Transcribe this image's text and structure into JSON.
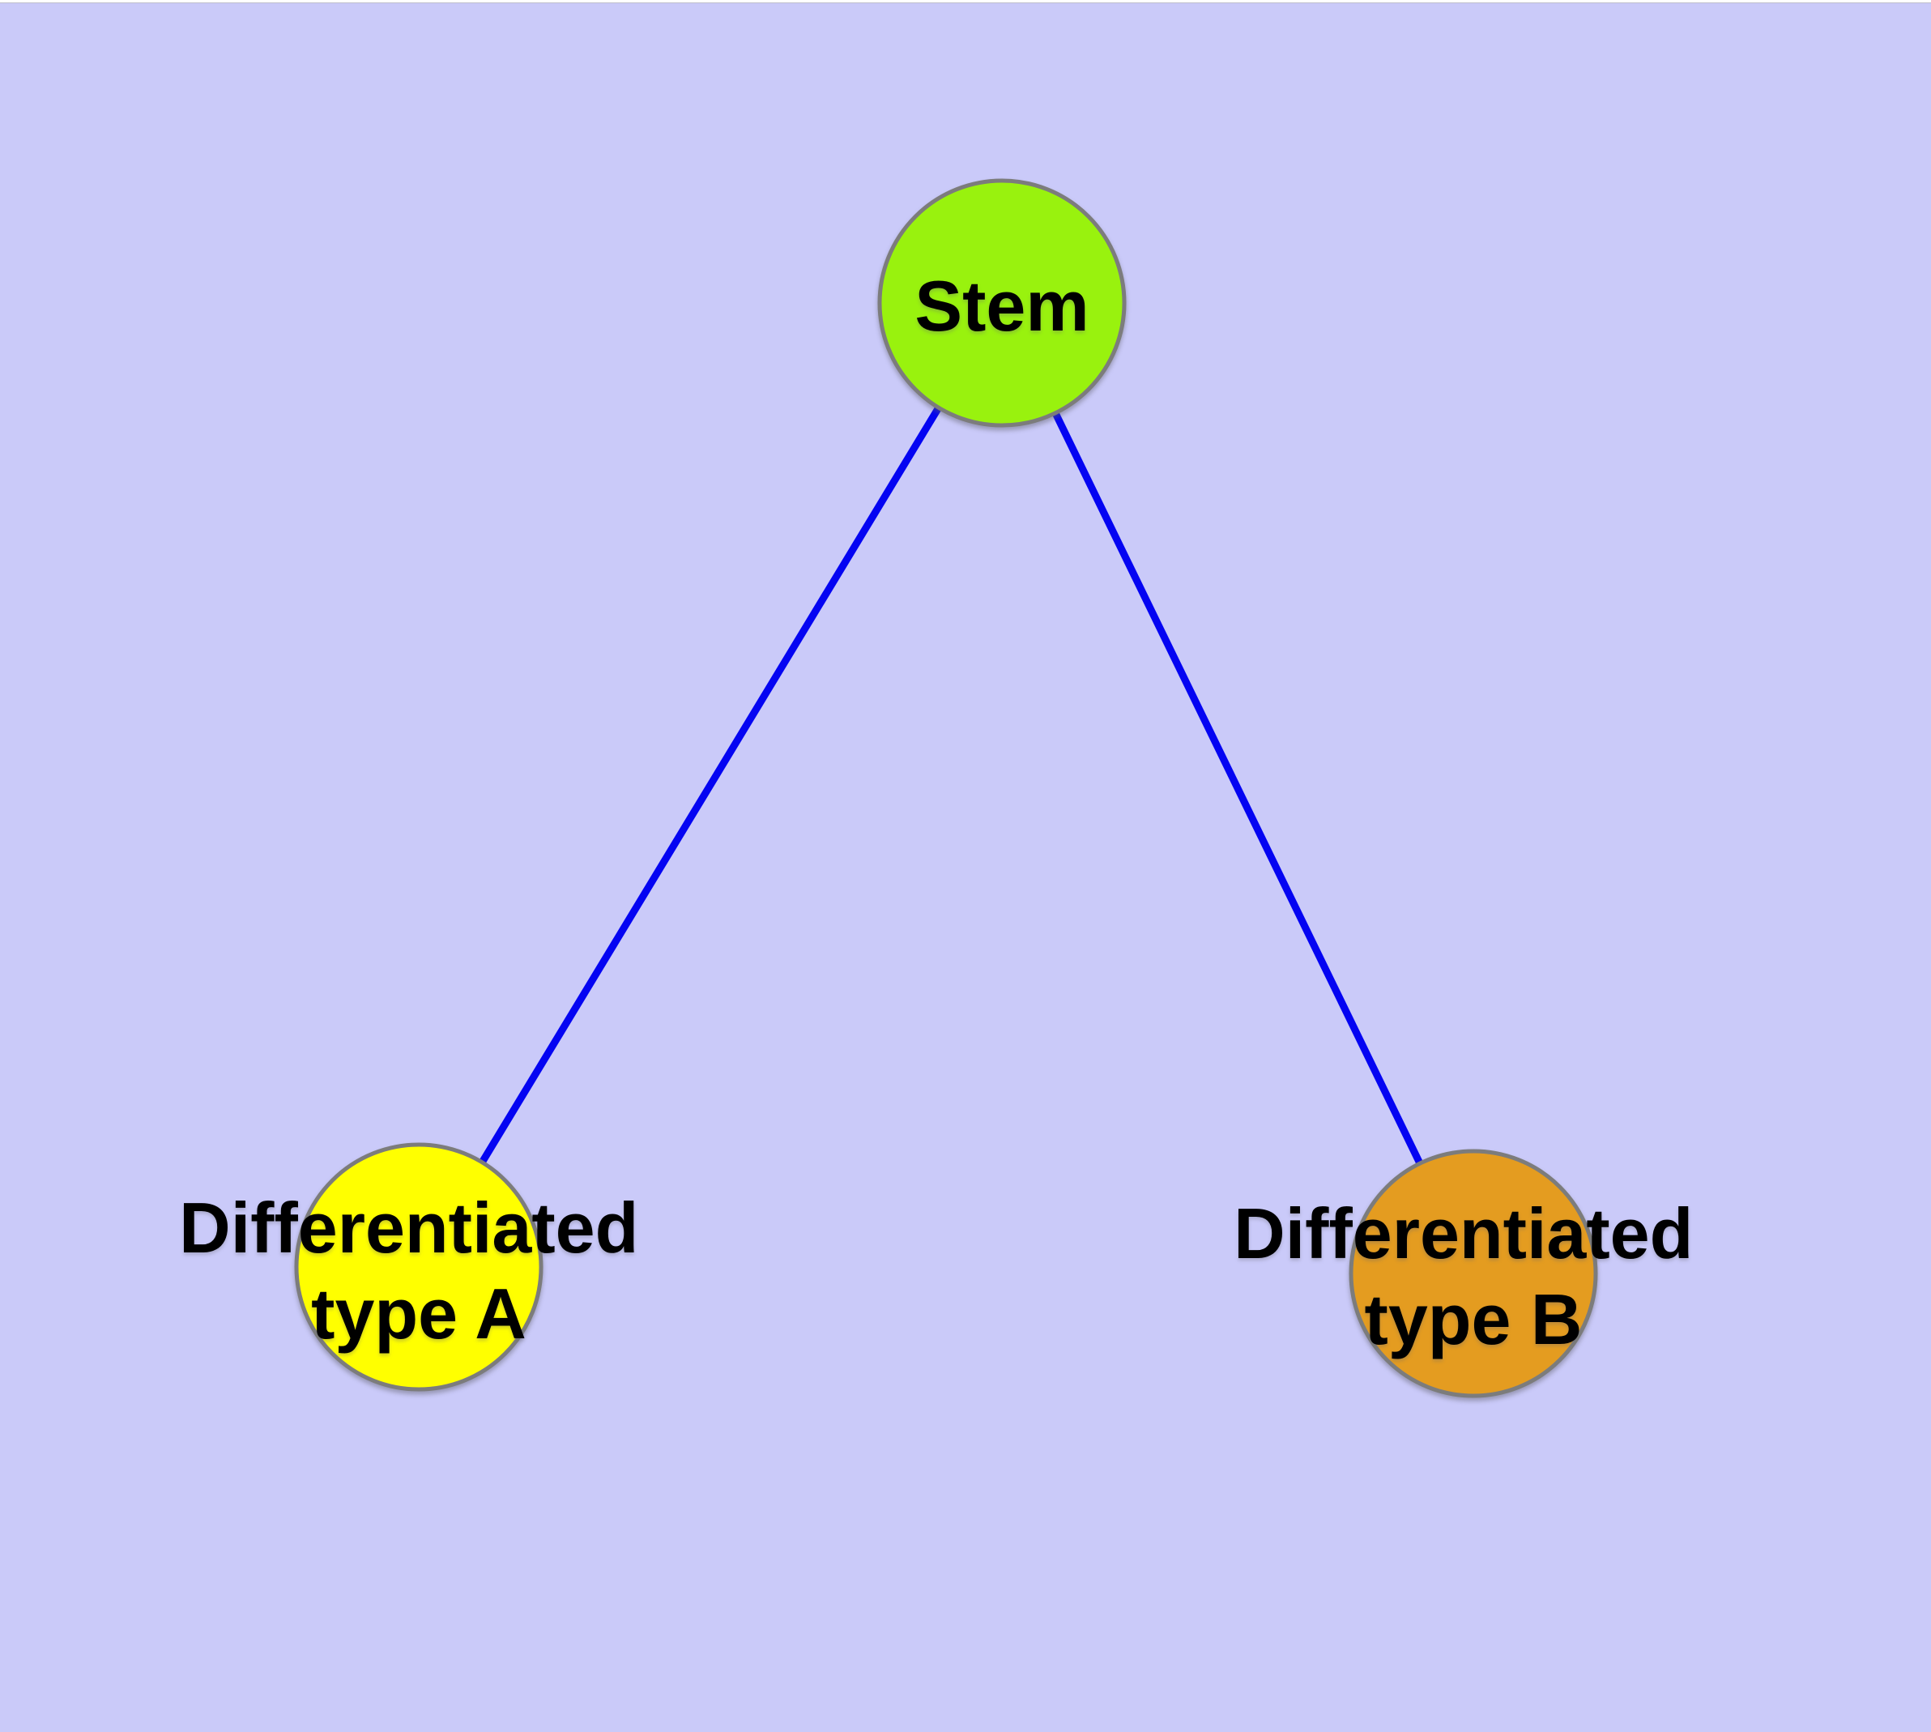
{
  "diagram": {
    "background_color": "#CACAF9",
    "edge_color": "#0404F2",
    "node_border_color": "#7C7C7C"
  },
  "nodes": [
    {
      "id": "stem",
      "label": "Stem",
      "fill_color": "#99F20E"
    },
    {
      "id": "differentiated-type-a",
      "label_line1": "Differentiated",
      "label_line2": "type A",
      "fill_color": "#FFFF00"
    },
    {
      "id": "differentiated-type-b",
      "label_line1": "Differentiated",
      "label_line2": "type B",
      "fill_color": "#E49C20"
    }
  ],
  "edges": [
    {
      "from": "Stem",
      "to": "Differentiated type A"
    },
    {
      "from": "Stem",
      "to": "Differentiated type B"
    }
  ]
}
